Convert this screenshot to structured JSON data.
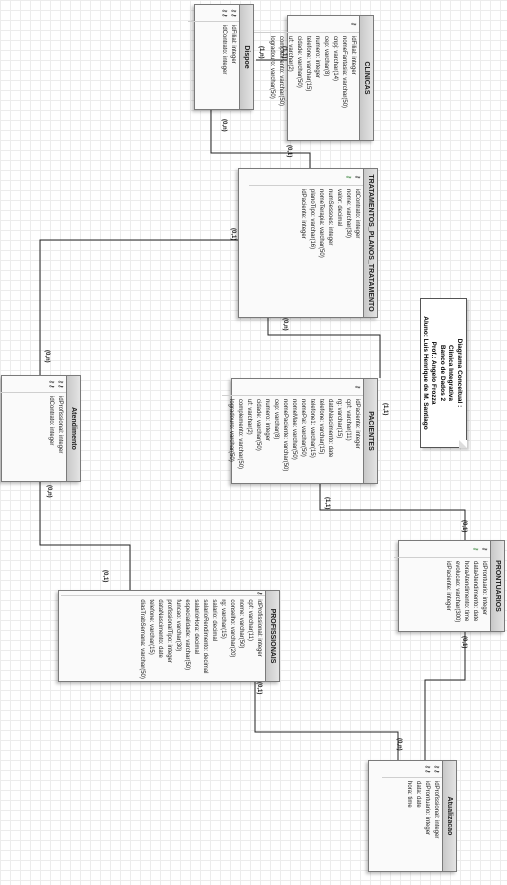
{
  "diagram": {
    "note": {
      "lines": [
        "Diagrama Conceitual :",
        "Clinica Integrativa",
        "Banco de Dados 2",
        "Prof.: Angelo Frozza",
        "Aluno: Luis Henrique de M. Santiago"
      ]
    },
    "entities": {
      "clinicas": {
        "title": "CLINICAS",
        "fields": [
          "idFilial: integer",
          "nomeFantasia: varchar(50)",
          "cnpj: varchar(14)",
          "cep: varchar(8)",
          "numero: integer",
          "telefone: varchar(15)",
          "cidade: varchar(50)",
          "uf: varchar(2)",
          "complemento: varchar(50)",
          "logradouro: varchar(50)"
        ],
        "keys": [
          "pk"
        ]
      },
      "dispoe": {
        "title": "Dispoe",
        "fields": [
          "idFilial: integer",
          "idContrato: integer"
        ],
        "keys": [
          "pkfk",
          "pkfk"
        ]
      },
      "tratamentos": {
        "title": "TRATAMENTOS_PLANOS_TRATAMENTO",
        "fields": [
          "idContrato: integer",
          "nome: varchar(30)",
          "valor: decimal",
          "numSessoes: integer",
          "nomeTerapia: varchar(50)",
          "planoTipo: varchar(16)",
          "idPaciente: integer"
        ],
        "keys": [
          "pk",
          "fk"
        ]
      },
      "atendimento": {
        "title": "Atendimento",
        "fields": [
          "idProfissional: integer",
          "idContrato: integer"
        ],
        "keys": [
          "pkfk",
          "pkfk"
        ]
      },
      "pacientes": {
        "title": "PACIENTES",
        "fields": [
          "idPaciente: integer",
          "cpf: varchar(11)",
          "rg: varchar(15)",
          "dataNascimento: date",
          "telefone: varchar(15)",
          "telefone1: varchar(15)",
          "nomePai: varchar(50)",
          "nomeMae: varchar(50)",
          "nomePaciente: varchar(50)",
          "cep: varchar(8)",
          "numero: integer",
          "cidade: varchar(50)",
          "uf: varchar(2)",
          "complemento: varchar(50)",
          "logradouro: varchar(50)"
        ],
        "keys": [
          "pk"
        ]
      },
      "prontuarios": {
        "title": "PRONTUARIOS",
        "fields": [
          "idProntuario: integer",
          "dataAtendimento: date",
          "horaAtendimento: time",
          "evolucao: varchar(300)",
          "idPaciente: integer"
        ],
        "keys": [
          "pk",
          "fk"
        ]
      },
      "profissionais": {
        "title": "PROFISSIONAIS",
        "fields": [
          "idProfissional: integer",
          "cpf: varchar(11)",
          "nome: varchar(50)",
          "conselho: varchar(20)",
          "rg: varchar(15)",
          "salario: decimal",
          "salarioRendimento: decimal",
          "salarioHora: decimal",
          "especialidade: varchar(50)",
          "funcao: varchar(30)",
          "profissionalTipo: integer",
          "dataNascimento: date",
          "telefone: varchar(15)",
          "diasTrabSemana: varchar(50)"
        ],
        "keys": [
          "pk"
        ]
      },
      "atualizacao": {
        "title": "Atualizacao",
        "fields": [
          "idProfissional: integer",
          "idProntuario: integer",
          "data: date",
          "hora: time"
        ],
        "keys": [
          "pkfk",
          "pkfk"
        ]
      }
    },
    "cardinalities": {
      "c1": "(1,1)",
      "c2": "(1,n)",
      "c3": "(0,n)",
      "c4": "(0,1)",
      "c5": "(0,1)",
      "c6": "(0,n)",
      "c7": "(0,n)",
      "c8": "(1,1)",
      "c9": "(1,1)",
      "c10": "(0,1)",
      "c11": "(0,1)",
      "c12": "(0,n)",
      "c13": "(0,n)",
      "c14": "(0,1)",
      "c15": "(0,1)"
    }
  }
}
